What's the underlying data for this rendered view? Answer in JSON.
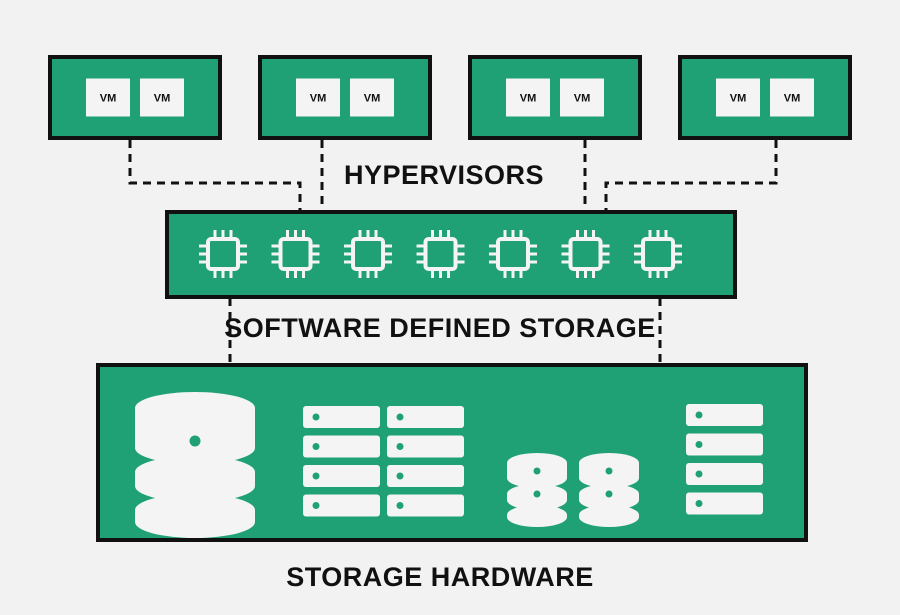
{
  "labels": {
    "hypervisors": "HYPERVISORS",
    "software_defined_storage": "SOFTWARE DEFINED STORAGE",
    "storage_hardware": "STORAGE HARDWARE"
  },
  "hosts": [
    {
      "vms": [
        "VM",
        "VM"
      ]
    },
    {
      "vms": [
        "VM",
        "VM"
      ]
    },
    {
      "vms": [
        "VM",
        "VM"
      ]
    },
    {
      "vms": [
        "VM",
        "VM"
      ]
    }
  ],
  "processor_count": 7,
  "storage_devices": [
    {
      "type": "large-disk-stack"
    },
    {
      "type": "server-rack"
    },
    {
      "type": "server-rack"
    },
    {
      "type": "small-disk-stack"
    },
    {
      "type": "small-disk-stack"
    },
    {
      "type": "server-rack"
    }
  ],
  "icons": {
    "processor": "cpu-chip-icon",
    "disk": "database-icon",
    "rack": "server-rack-icon"
  },
  "colors": {
    "background": "#f2f2f2",
    "green": "#1fa075",
    "outline": "#111111",
    "icon_fill": "#f4f4f4",
    "text": "#111111"
  }
}
